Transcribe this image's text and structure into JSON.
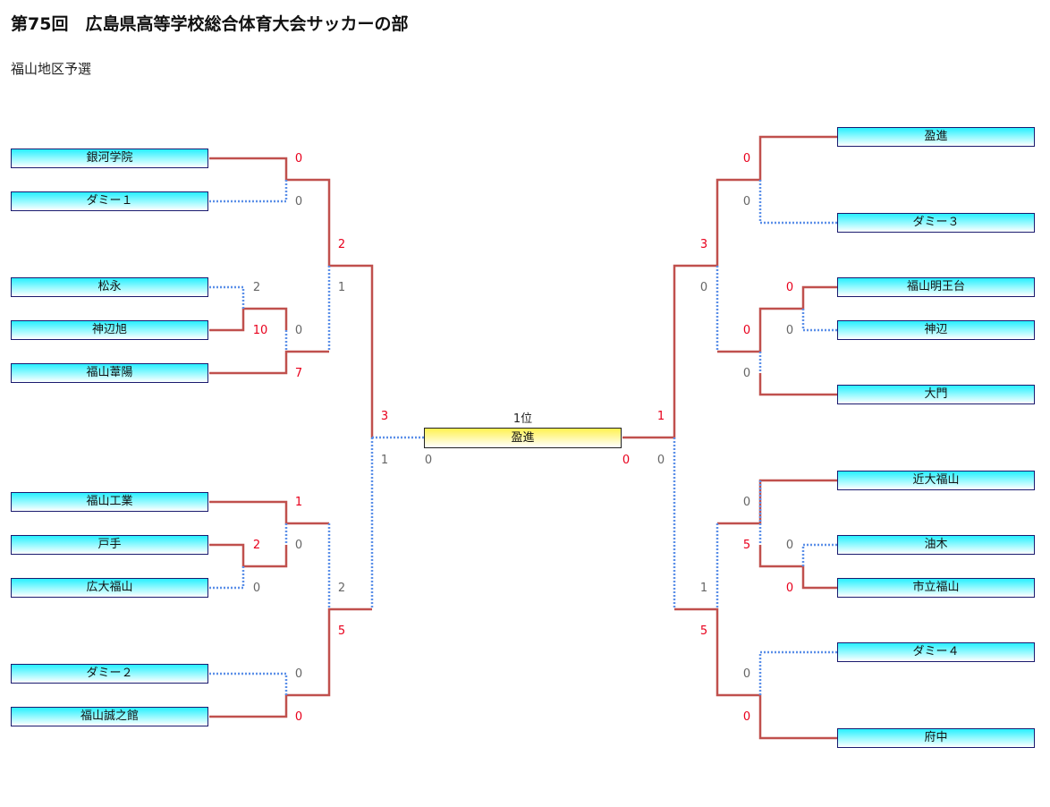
{
  "page": {
    "title": "第75回　広島県高等学校総合体育大会サッカーの部",
    "subtitle": "福山地区予選"
  },
  "colors": {
    "win_line": "#c0504d",
    "lose_line": "#5b8fe8",
    "win_score": "#e8001c",
    "lose_score": "#666666"
  },
  "bracket": {
    "left_teams": [
      "銀河学院",
      "ダミー１",
      "松永",
      "神辺旭",
      "福山葦陽",
      "福山工業",
      "戸手",
      "広大福山",
      "ダミー２",
      "福山誠之館"
    ],
    "right_teams": [
      "盈進",
      "ダミー３",
      "福山明王台",
      "神辺",
      "大門",
      "近大福山",
      "油木",
      "市立福山",
      "ダミー４",
      "府中"
    ],
    "scores": {
      "l_g1a": "0",
      "l_g1b": "0",
      "l_g2a": "2",
      "l_g2b": "10",
      "l_g3a": "0",
      "l_g3b": "7",
      "l_g4a": "2",
      "l_g4b": "1",
      "l_g5a": "1",
      "l_g5b": "0",
      "l_g6a": "2",
      "l_g6b": "0",
      "l_g7a": "0",
      "l_g7b": "0",
      "l_g8a": "2",
      "l_g8b": "5",
      "l_g9a": "3",
      "l_g9b": "1",
      "r_g1a": "0",
      "r_g1b": "0",
      "r_g2a": "0",
      "r_g2b": "0",
      "r_g3a": "0",
      "r_g3b": "0",
      "r_g4a": "3",
      "r_g4b": "0",
      "r_g5a": "0",
      "r_g5b": "0",
      "r_g6a": "0",
      "r_g6b": "5",
      "r_g7a": "0",
      "r_g7b": "0",
      "r_g8a": "1",
      "r_g8b": "5",
      "r_g9a": "1",
      "r_g9b": "0",
      "f_left_pk": "0",
      "f_right_pk": "0"
    },
    "champion": {
      "rank_label": "1位",
      "name": "盈進"
    }
  }
}
